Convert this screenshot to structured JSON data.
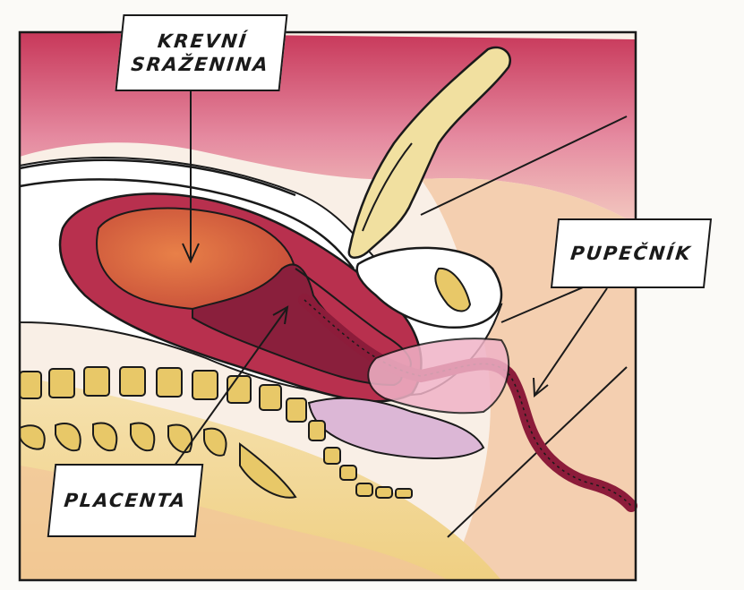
{
  "labels": {
    "blood_clot": {
      "line1": "KREVNÍ",
      "line2": "SRAŽENINA"
    },
    "umbilical_cord": "PUPEČNÍK",
    "placenta": "PLACENTA"
  },
  "palette": {
    "belly_wall": "#c8385a",
    "skin_peach": "#f3c9a8",
    "uterus_wall": "#b8304e",
    "clot": "#d86a3c",
    "placenta": "#8a1f3c",
    "cord": "#8c1c3a",
    "hand": "#f1e0a0",
    "vertebra": "#e8c868",
    "bladder": "#d7b5d4",
    "floor": "#f0d896"
  }
}
